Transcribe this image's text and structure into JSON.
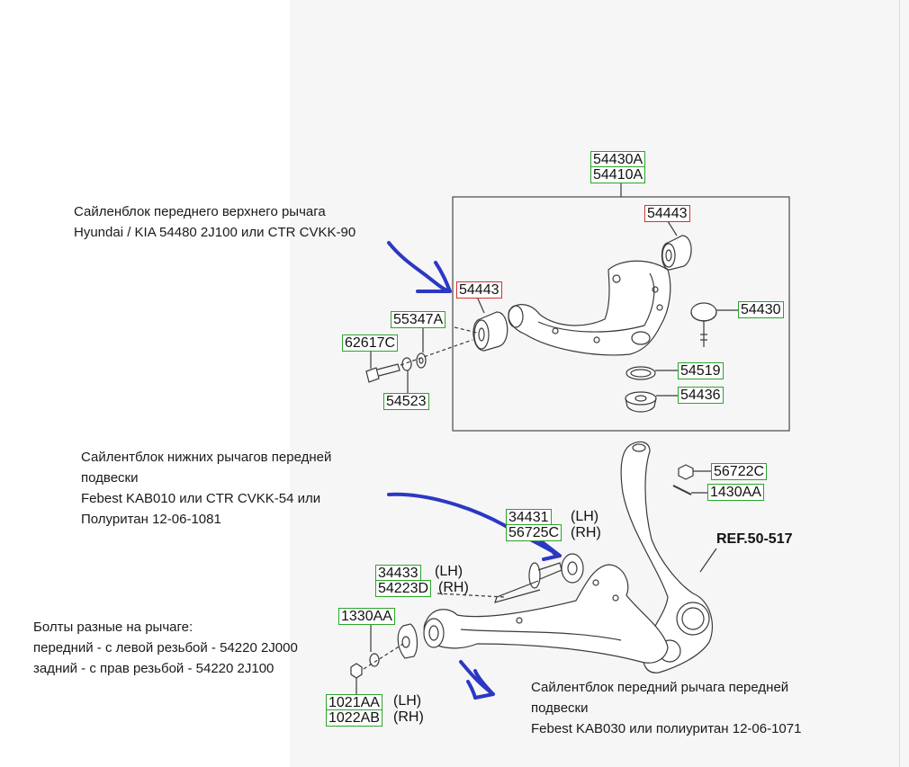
{
  "notes": {
    "upper": {
      "line1": "Сайленблок переднего верхнего рычага",
      "line2": "Hyundai / KIA  54480 2J100  или CTR CVKK-90"
    },
    "lower": {
      "line1": "Сайлентблок нижних рычагов передней",
      "line2": "подвески",
      "line3": "Febest KAB010 или CTR CVKK-54  или",
      "line4": "Полуритан 12-06-1081"
    },
    "bolts": {
      "line1": "Болты разные на рычаге:",
      "line2": "передний - с левой резьбой - 54220 2J000",
      "line3": "задний - с прав резьбой - 54220 2J100"
    },
    "front": {
      "line1": "Сайлентблок передний рычага передней",
      "line2": "подвески",
      "line3": "Febest KAB030 или полиуритан 12-06-1071"
    }
  },
  "parts": {
    "p54430A": "54430A",
    "p54410A": "54410A",
    "p54443_top": "54443",
    "p54443_left": "54443",
    "p55347A": "55347A",
    "p62617C": "62617C",
    "p54523": "54523",
    "p54430": "54430",
    "p54519": "54519",
    "p54436": "54436",
    "p56722C": "56722C",
    "p1430AA": "1430AA",
    "p34431": "34431",
    "p56725C": "56725C",
    "p34433": "34433",
    "p54223D": "54223D",
    "p1330AA": "1330AA",
    "p1021AA": "1021AA",
    "p1022AB": "1022AB"
  },
  "side_marks": {
    "lh1": "(LH)",
    "rh1": "(RH)",
    "lh2": "(LH)",
    "rh2": "(RH)",
    "lh3": "(LH)",
    "rh3": "(RH)"
  },
  "ref_label": "REF.50-517",
  "colors": {
    "callout_border": "#2aa42a",
    "highlight_border": "#d63030",
    "marker_ink": "#2b38c4"
  }
}
